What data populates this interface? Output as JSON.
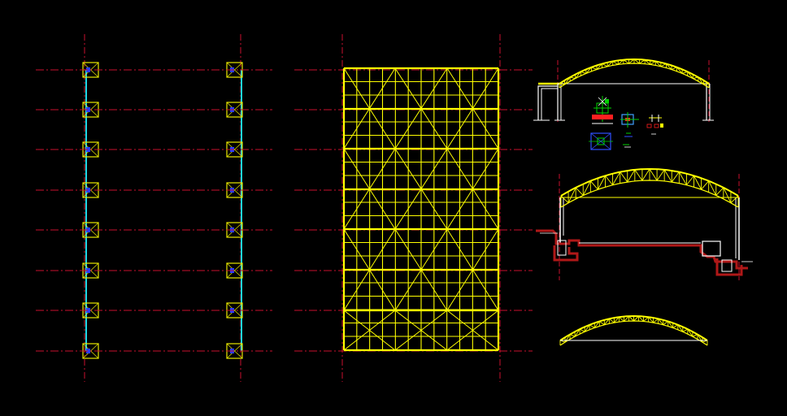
{
  "drawing": {
    "background": "#000000",
    "colors": {
      "grid_line": "#c8102e",
      "column_footing": "#e8e800",
      "column_line": "#1fd7e6",
      "bolt": "#2a3cff",
      "truss": "#ffff00",
      "wall": "#ffffff",
      "foundation": "#b01818",
      "detail_green": "#00d000",
      "detail_blue": "#3050ff",
      "detail_red": "#ff2020",
      "detail_cyan": "#40a0ff"
    },
    "views": [
      {
        "id": "foundation-plan-left",
        "kind": "column footing plan",
        "footings": 8
      },
      {
        "id": "foundation-plan-right",
        "kind": "column footing plan",
        "footings": 8
      },
      {
        "id": "roof-truss-plan",
        "kind": "roof framing plan",
        "bays": 3,
        "panels": 7
      },
      {
        "id": "front-elevation",
        "kind": "arched truss elevation"
      },
      {
        "id": "detail-cluster",
        "kind": "connection details"
      },
      {
        "id": "cross-section",
        "kind": "building section with arched truss"
      },
      {
        "id": "arch-truss-detail",
        "kind": "arched truss detail"
      }
    ]
  }
}
